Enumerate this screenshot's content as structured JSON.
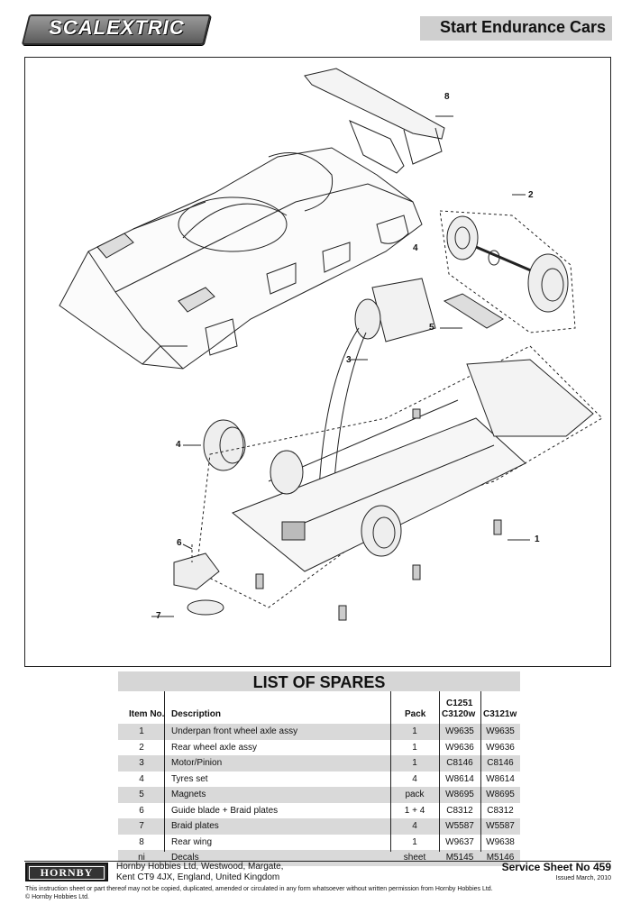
{
  "header": {
    "brand_logo": "SCALEXTRIC",
    "title": "Start Endurance Cars"
  },
  "diagram": {
    "callouts": [
      "8",
      "2",
      "4",
      "5",
      "3",
      "4",
      "1",
      "6",
      "7"
    ]
  },
  "spares": {
    "title": "LIST OF SPARES",
    "headers": {
      "item": "Item No.",
      "description": "Description",
      "pack": "Pack",
      "col_a_top": "C1251",
      "col_a": "C3120w",
      "col_b": "C3121w"
    },
    "rows": [
      {
        "item": "1",
        "description": "Underpan front wheel axle assy",
        "pack": "1",
        "a": "W9635",
        "b": "W9635"
      },
      {
        "item": "2",
        "description": "Rear wheel axle assy",
        "pack": "1",
        "a": "W9636",
        "b": "W9636"
      },
      {
        "item": "3",
        "description": "Motor/Pinion",
        "pack": "1",
        "a": "C8146",
        "b": "C8146"
      },
      {
        "item": "4",
        "description": "Tyres set",
        "pack": "4",
        "a": "W8614",
        "b": "W8614"
      },
      {
        "item": "5",
        "description": "Magnets",
        "pack": "pack",
        "a": "W8695",
        "b": "W8695"
      },
      {
        "item": "6",
        "description": "Guide blade + Braid plates",
        "pack": "1 + 4",
        "a": "C8312",
        "b": "C8312"
      },
      {
        "item": "7",
        "description": "Braid plates",
        "pack": "4",
        "a": "W5587",
        "b": "W5587"
      },
      {
        "item": "8",
        "description": "Rear wing",
        "pack": "1",
        "a": "W9637",
        "b": "W9638"
      },
      {
        "item": "ni",
        "description": "Decals",
        "pack": "sheet",
        "a": "M5145",
        "b": "M5146"
      }
    ]
  },
  "footer": {
    "hornby_logo": "HORNBY",
    "address_line1": "Hornby Hobbies Ltd, Westwood, Margate,",
    "address_line2": "Kent CT9 4JX, England, United Kingdom",
    "sheet_no": "Service Sheet No 459",
    "issued": "Issued March, 2010",
    "legal_line1": "This instruction sheet or part thereof may not be copied, duplicated, amended or circulated in any form whatsoever without written permission from Hornby Hobbies Ltd.",
    "legal_line2": "© Hornby Hobbies Ltd."
  }
}
